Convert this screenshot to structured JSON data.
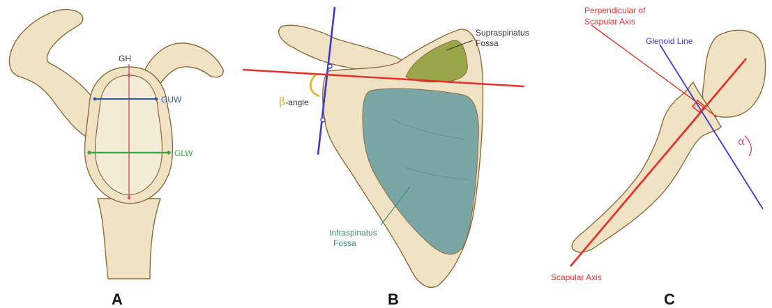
{
  "colors": {
    "bone": "#efe3c4",
    "bone_outline": "#8a6a3c",
    "bone_shade": "#d8c394",
    "glenoid_face": "#f4ecd6",
    "gh": "#d0506a",
    "guw": "#2f5aa8",
    "glw": "#39a845",
    "axis_red": "#e2332e",
    "glenoid_blue": "#3a3ad0",
    "beta_angle": "#e0b020",
    "alpha_angle": "#d84a7a",
    "supraspinatus": "#9aa64a",
    "infraspinatus": "#7aa6a6",
    "text_dark": "#333333"
  },
  "panel_a": {
    "letter": "A",
    "gh_label": "GH",
    "guw_label": "GUW",
    "glw_label": "GLW"
  },
  "panel_b": {
    "letter": "B",
    "supraspinatus_label_1": "Supraspinatus",
    "supraspinatus_label_2": "Fossa",
    "infraspinatus_label_1": "Infraspinatus",
    "infraspinatus_label_2": "Fossa",
    "beta_symbol": "β",
    "beta_suffix": "-angle"
  },
  "panel_c": {
    "letter": "C",
    "perpendicular_label_1": "Perpendicular of",
    "perpendicular_label_2": "Scapular Axis",
    "glenoid_line_label": "Glenoid Line",
    "alpha_symbol": "α",
    "scapular_axis_label": "Scapular Axis"
  }
}
